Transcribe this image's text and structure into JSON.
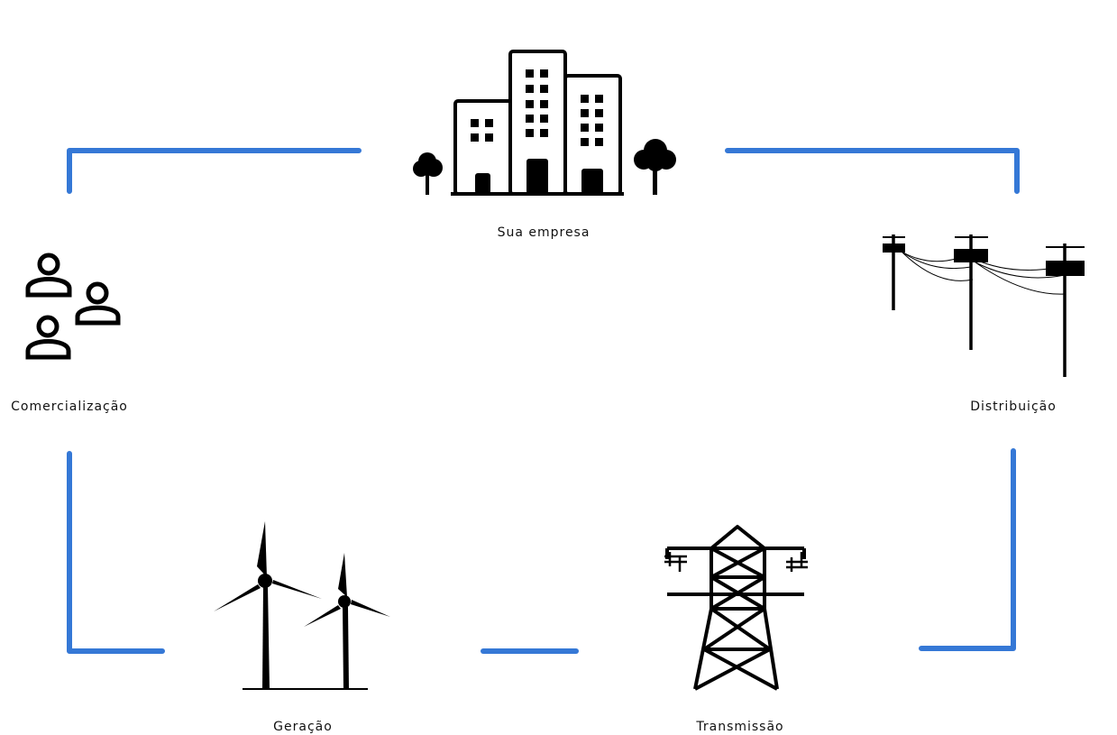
{
  "colors": {
    "connector": "#3578d6",
    "icon": "#000000",
    "text": "#111111"
  },
  "nodes": {
    "company": {
      "label": "Sua empresa",
      "icon": "buildings-icon"
    },
    "commercialization": {
      "label": "Comercialização",
      "icon": "people-icon"
    },
    "distribution": {
      "label": "Distribuição",
      "icon": "utility-poles-icon"
    },
    "generation": {
      "label": "Geração",
      "icon": "wind-turbines-icon"
    },
    "transmission": {
      "label": "Transmissão",
      "icon": "transmission-tower-icon"
    }
  }
}
